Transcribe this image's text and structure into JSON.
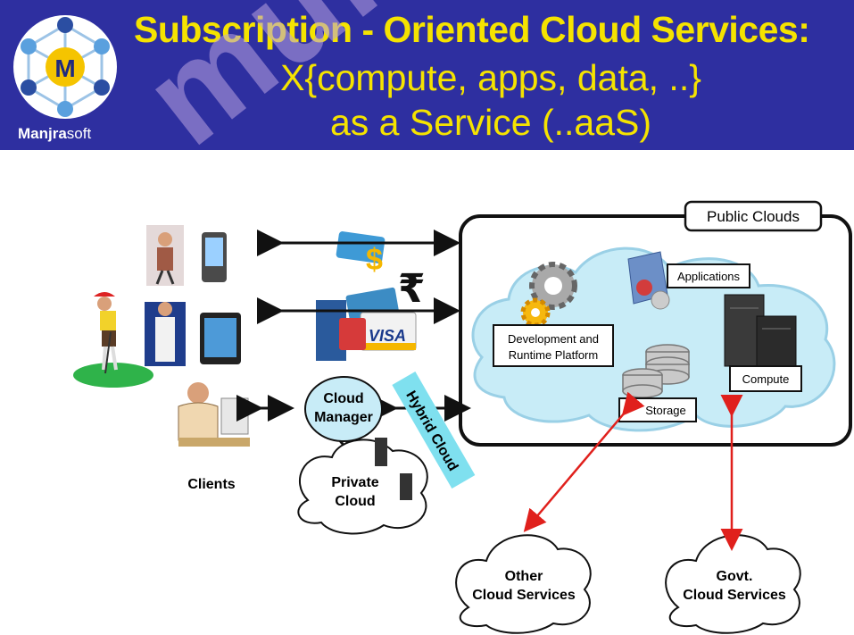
{
  "header": {
    "logo_text_bold": "Manjra",
    "logo_text_light": "soft",
    "title_line1": "Subscription - Oriented Cloud Services:",
    "title_line2": "X{compute, apps, data, ..}",
    "title_line3": "as a Service (..aaS)"
  },
  "watermark": "mum",
  "diagram": {
    "public_clouds": "Public Clouds",
    "applications": "Applications",
    "dev_platform_line1": "Development and",
    "dev_platform_line2": "Runtime Platform",
    "compute": "Compute",
    "storage": "Storage",
    "cloud_manager_line1": "Cloud",
    "cloud_manager_line2": "Manager",
    "hybrid_cloud": "Hybrid Cloud",
    "private_cloud_line1": "Private",
    "private_cloud_line2": "Cloud",
    "clients": "Clients",
    "other_services_line1": "Other",
    "other_services_line2": "Cloud Services",
    "govt_services_line1": "Govt.",
    "govt_services_line2": "Cloud Services",
    "rupee_symbol": "₹",
    "visa": "VISA"
  }
}
